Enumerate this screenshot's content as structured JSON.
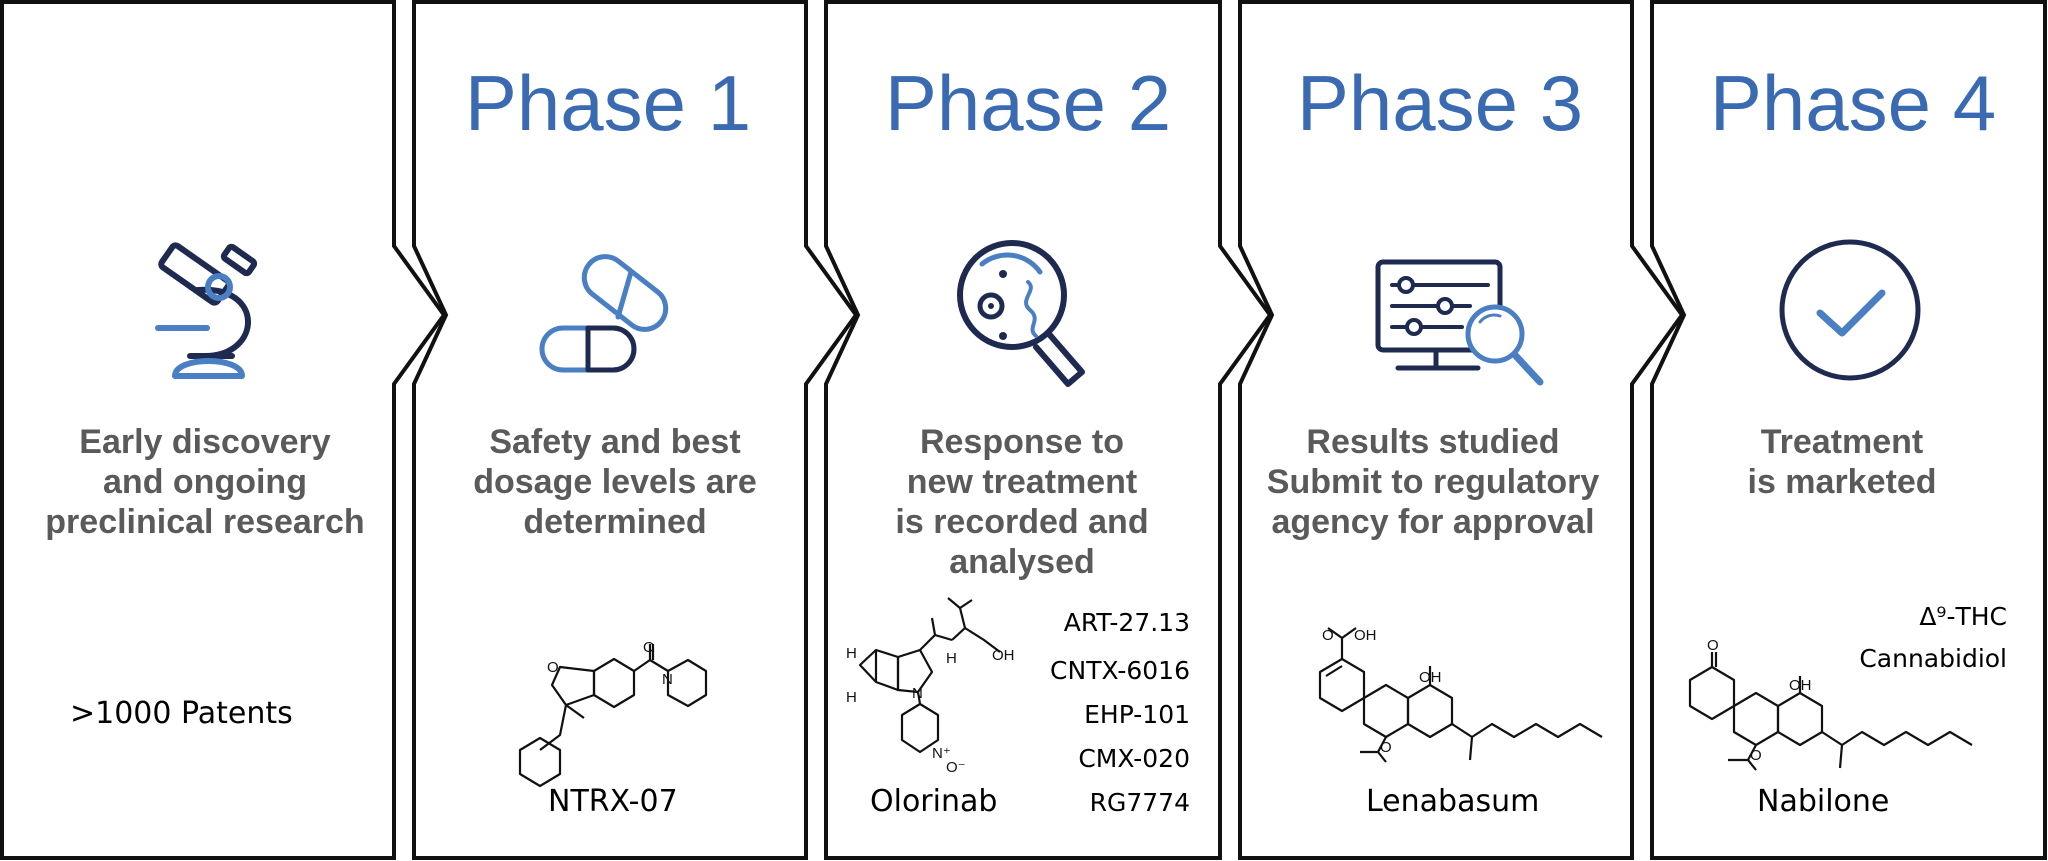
{
  "phases": [
    {
      "title": "",
      "description": [
        "Early discovery",
        "and ongoing",
        "preclinical research"
      ],
      "icon": "microscope-icon",
      "patents_label": ">1000 Patents",
      "compounds": []
    },
    {
      "title": "Phase 1",
      "description": [
        "Safety and best",
        "dosage levels are",
        "determined"
      ],
      "icon": "capsules-icon",
      "compounds": [
        "NTRX-07"
      ]
    },
    {
      "title": "Phase 2",
      "description": [
        "Response to",
        "new treatment",
        "is recorded and",
        "analysed"
      ],
      "icon": "magnifier-microbes-icon",
      "compounds": [
        "Olorinab",
        "ART-27.13",
        "CNTX-6016",
        "EHP-101",
        "CMX-020",
        "RG7774"
      ]
    },
    {
      "title": "Phase 3",
      "description": [
        "Results studied",
        "Submit to regulatory",
        "agency for approval"
      ],
      "icon": "monitor-analysis-icon",
      "compounds": [
        "Lenabasum"
      ]
    },
    {
      "title": "Phase 4",
      "description": [
        "Treatment",
        "is marketed"
      ],
      "icon": "checkmark-circle-icon",
      "compounds": [
        "Nabilone",
        "Δ⁹-THC",
        "Cannabidiol"
      ]
    }
  ],
  "structure_atoms": {
    "oxygen": "O",
    "hydroxyl": "OH",
    "nitrogen": "N",
    "amide_nh": "H",
    "hydrogen": "H",
    "n_oxide_plus": "N⁺",
    "o_minus": "O⁻"
  },
  "colors": {
    "title_blue": "#3a6ab2",
    "icon_navy": "#1f2a50",
    "icon_accent": "#4a7fc4",
    "text_gray": "#5a5a5a",
    "border": "#111111"
  }
}
